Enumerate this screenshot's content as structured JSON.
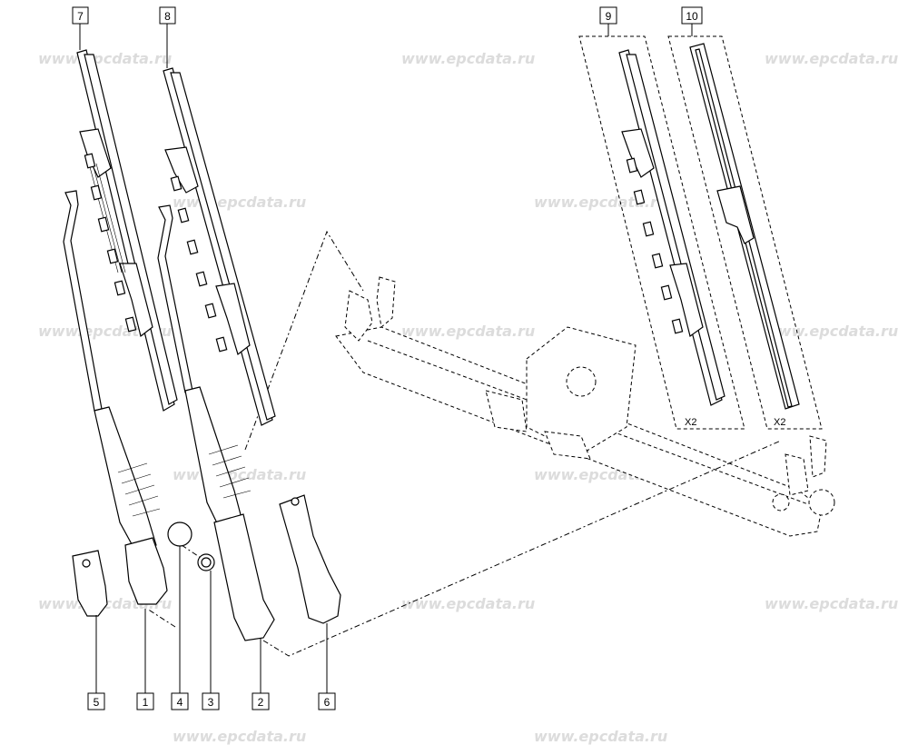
{
  "watermark": "www.epcdata.ru",
  "callouts": [
    {
      "id": "7",
      "label": "7"
    },
    {
      "id": "8",
      "label": "8"
    },
    {
      "id": "9",
      "label": "9"
    },
    {
      "id": "10",
      "label": "10"
    },
    {
      "id": "5",
      "label": "5"
    },
    {
      "id": "1",
      "label": "1"
    },
    {
      "id": "4",
      "label": "4"
    },
    {
      "id": "3",
      "label": "3"
    },
    {
      "id": "2",
      "label": "2"
    },
    {
      "id": "6",
      "label": "6"
    }
  ],
  "quantity_notes": {
    "kit9": "X2",
    "kit10": "X2"
  }
}
